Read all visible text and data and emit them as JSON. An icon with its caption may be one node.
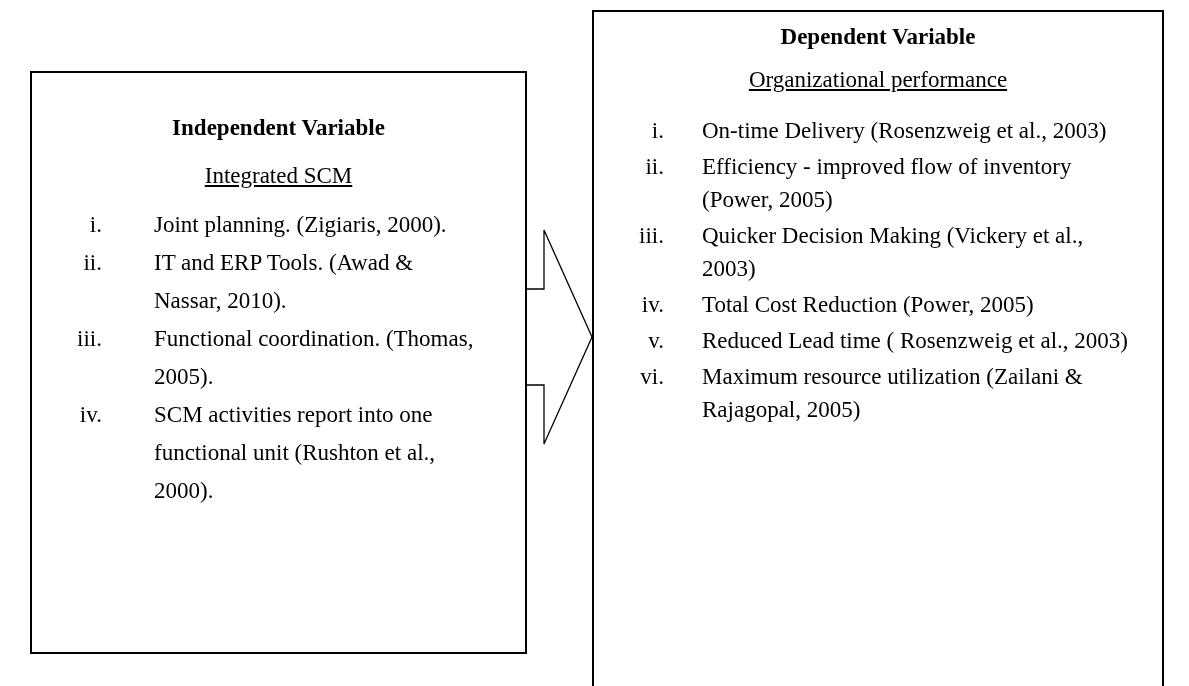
{
  "diagram": {
    "nodes": [
      {
        "text": [
          "Independent Variable",
          "Integrated SCM",
          "i.",
          "Joint planning. (Zigiaris, 2000).",
          "ii.",
          "IT and ERP Tools. (Awad & Nassar, 2010).",
          "iii.",
          "Functional coordination. (Thomas, 2005).",
          "iv.",
          "SCM activities report into one functional unit (Rushton et al., 2000)."
        ]
      },
      {
        "text": [
          "Dependent Variable",
          "Organizational performance",
          "i.",
          "On-time Delivery (Rosenzweig et al., 2003)",
          "ii.",
          "Efficiency - improved flow of inventory (Power, 2005)",
          "iii.",
          "Quicker Decision Making (Vickery et al., 2003)",
          "iv.",
          "Total Cost Reduction (Power, 2005)",
          "v.",
          "Reduced Lead time ( Rosenzweig et al., 2003)",
          "vi.",
          "Maximum resource utilization (Zailani & Rajagopal, 2005)"
        ]
      }
    ],
    "edges": [
      {
        "from": 0,
        "to": 1,
        "arrow": "to"
      }
    ]
  }
}
